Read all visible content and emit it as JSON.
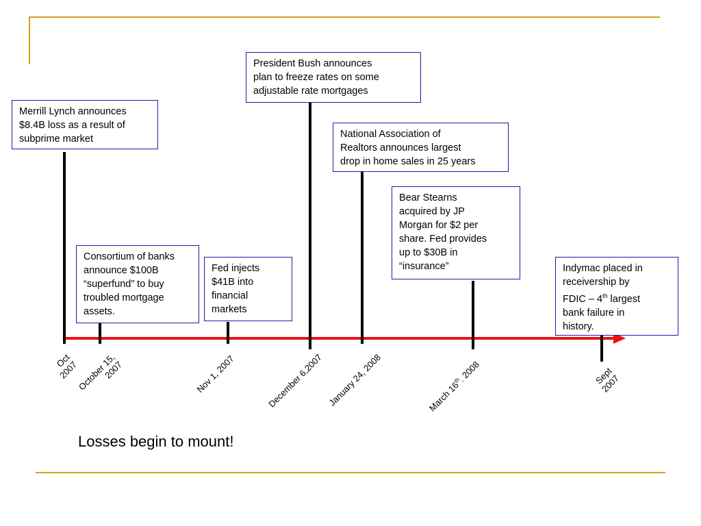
{
  "caption": "Losses begin to mount!",
  "events": [
    {
      "id": "merrill",
      "lines": [
        "Merrill Lynch announces",
        "$8.4B loss as a result of",
        "subprime market"
      ]
    },
    {
      "id": "bush",
      "lines": [
        "President Bush announces",
        "plan to freeze rates on some",
        "adjustable rate mortgages"
      ]
    },
    {
      "id": "nar",
      "lines": [
        "National Association of",
        "Realtors announces largest",
        "drop in home sales in 25 years"
      ]
    },
    {
      "id": "bear",
      "lines": [
        "Bear Stearns",
        "acquired by JP",
        "Morgan for $2 per",
        "share. Fed provides",
        "up to $30B in",
        "“insurance”"
      ]
    },
    {
      "id": "consortium",
      "lines": [
        "Consortium of banks",
        "announce $100B",
        "“superfund” to buy",
        "troubled mortgage",
        "assets."
      ]
    },
    {
      "id": "fed",
      "lines": [
        "Fed injects",
        "$41B into",
        "financial",
        "markets"
      ]
    },
    {
      "id": "indymac",
      "line1": "Indymac placed in",
      "line2": "receivership by",
      "line3_pre": "FDIC – 4",
      "line3_sup": "th",
      "line3_post": " largest",
      "line4": "bank failure in",
      "line5": "history."
    }
  ],
  "dates": {
    "oct_2007": [
      "Oct",
      "2007"
    ],
    "oct_15_2007": [
      "October 15,",
      "2007"
    ],
    "nov_1_2007": "Nov 1, 2007",
    "dec_6_2007": "December 6,2007",
    "jan_24_2008": "January 24, 2008",
    "mar_16_2008": {
      "pre": "March 16",
      "sup": "th",
      "post": ". 2008"
    },
    "sept_2007": [
      "Sept",
      "2007"
    ]
  },
  "colors": {
    "accent_rule": "#d4a017",
    "timeline": "#ee1111",
    "box_border": "#1a1aa6"
  }
}
